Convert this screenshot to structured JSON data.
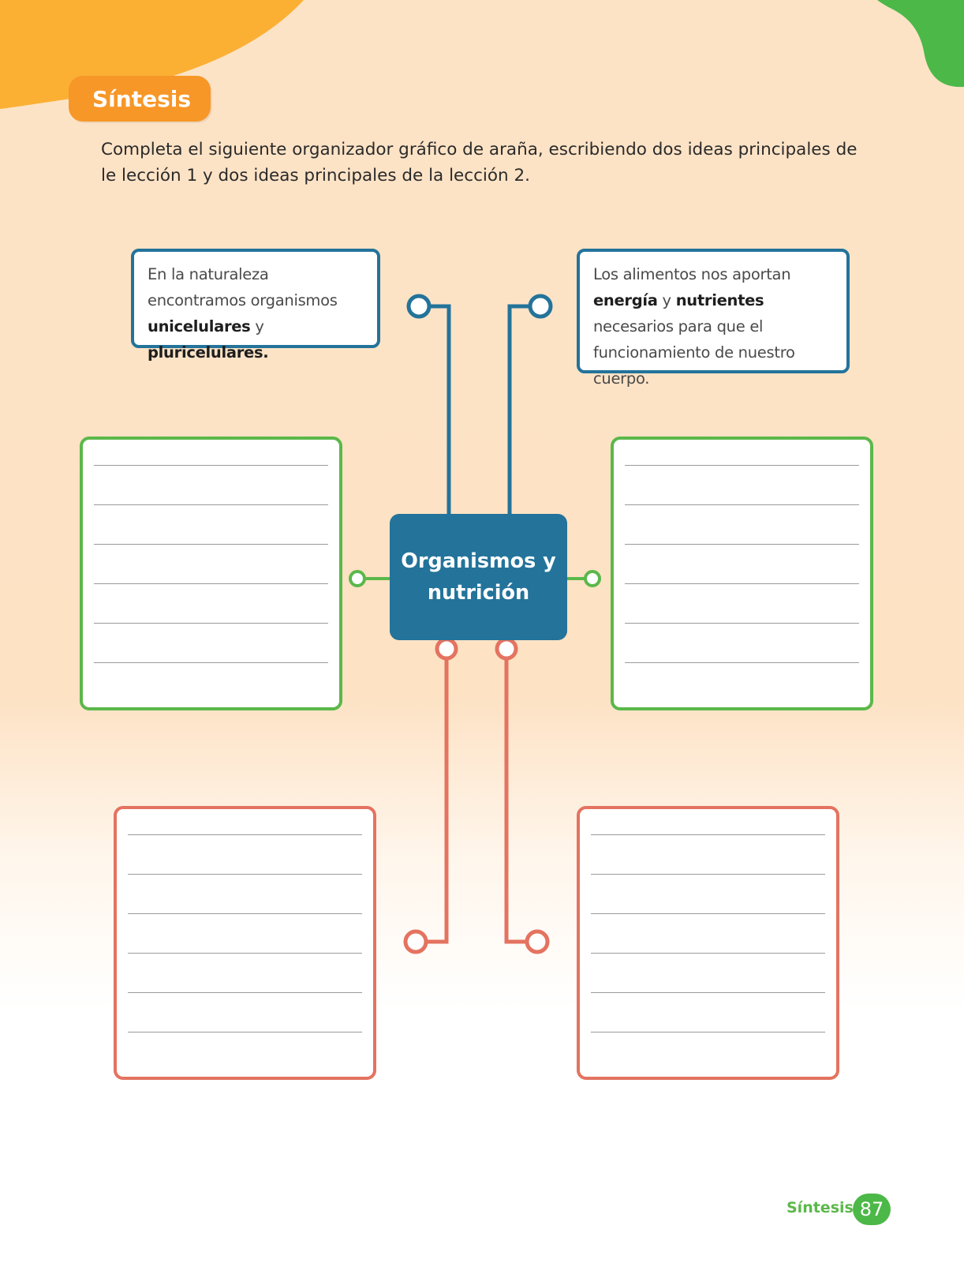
{
  "colors": {
    "orange": "#f79728",
    "green": "#5bb84a",
    "blue": "#23739a",
    "coral": "#e47360",
    "background_peach": "#fde3c6"
  },
  "header": {
    "section_tab": "Síntesis"
  },
  "instructions": "Completa el siguiente organizador gráfico de araña, escribiendo dos ideas principales de le lección 1 y dos ideas principales de la lección 2.",
  "diagram": {
    "center_title": "Organismos y nutrición",
    "example_left": {
      "parts": [
        {
          "text": "En la naturaleza encontramos organismos ",
          "bold": false
        },
        {
          "text": "unicelulares",
          "bold": true
        },
        {
          "text": " y ",
          "bold": false
        },
        {
          "text": "pluricelulares.",
          "bold": true
        }
      ]
    },
    "example_right": {
      "parts": [
        {
          "text": "Los alimentos nos aportan ",
          "bold": false
        },
        {
          "text": "energía",
          "bold": true
        },
        {
          "text": " y ",
          "bold": false
        },
        {
          "text": "nutrientes",
          "bold": true
        },
        {
          "text": " necesarios para que el funcionamiento de nuestro cuerpo.",
          "bold": false
        }
      ]
    },
    "answer_boxes": [
      {
        "id": "lesson1-left",
        "color": "green",
        "lines": 6
      },
      {
        "id": "lesson1-right",
        "color": "green",
        "lines": 6
      },
      {
        "id": "lesson2-left",
        "color": "coral",
        "lines": 6
      },
      {
        "id": "lesson2-right",
        "color": "coral",
        "lines": 6
      }
    ]
  },
  "footer": {
    "section_label": "Síntesis",
    "page_number": "87"
  }
}
